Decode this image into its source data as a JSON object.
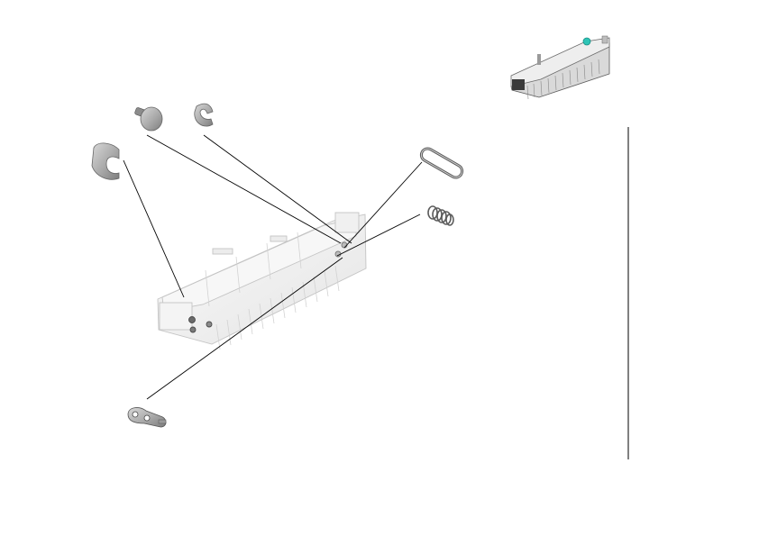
{
  "diagram": {
    "type": "exploded-parts-view",
    "background_color": "#ffffff",
    "line_color": "#000000",
    "part_fill_color": "#a9a9a9",
    "assembly_fill_color": "#f2f2f2",
    "thumbnail_accent_color": "#2ec4b6",
    "parts": [
      {
        "id": "screw"
      },
      {
        "id": "c-clip-small"
      },
      {
        "id": "bracket-clip-large"
      },
      {
        "id": "belt-ring"
      },
      {
        "id": "coil-spring"
      },
      {
        "id": "lever-link"
      }
    ]
  }
}
